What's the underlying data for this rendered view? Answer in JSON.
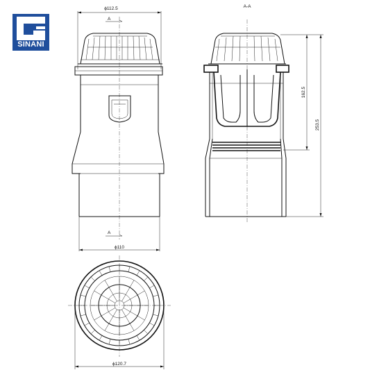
{
  "logo": {
    "text": "SINANI",
    "color": "#1f4e9c"
  },
  "front_view": {
    "top_dim": "ϕ112.5",
    "bottom_dim": "ϕ110",
    "section_mark_top": "A",
    "section_mark_bottom": "A"
  },
  "section_view": {
    "title": "A-A",
    "height_dim_inner": "162.5",
    "height_dim_total": "253.5"
  },
  "top_view": {
    "diameter_dim": "ϕ120.7"
  }
}
